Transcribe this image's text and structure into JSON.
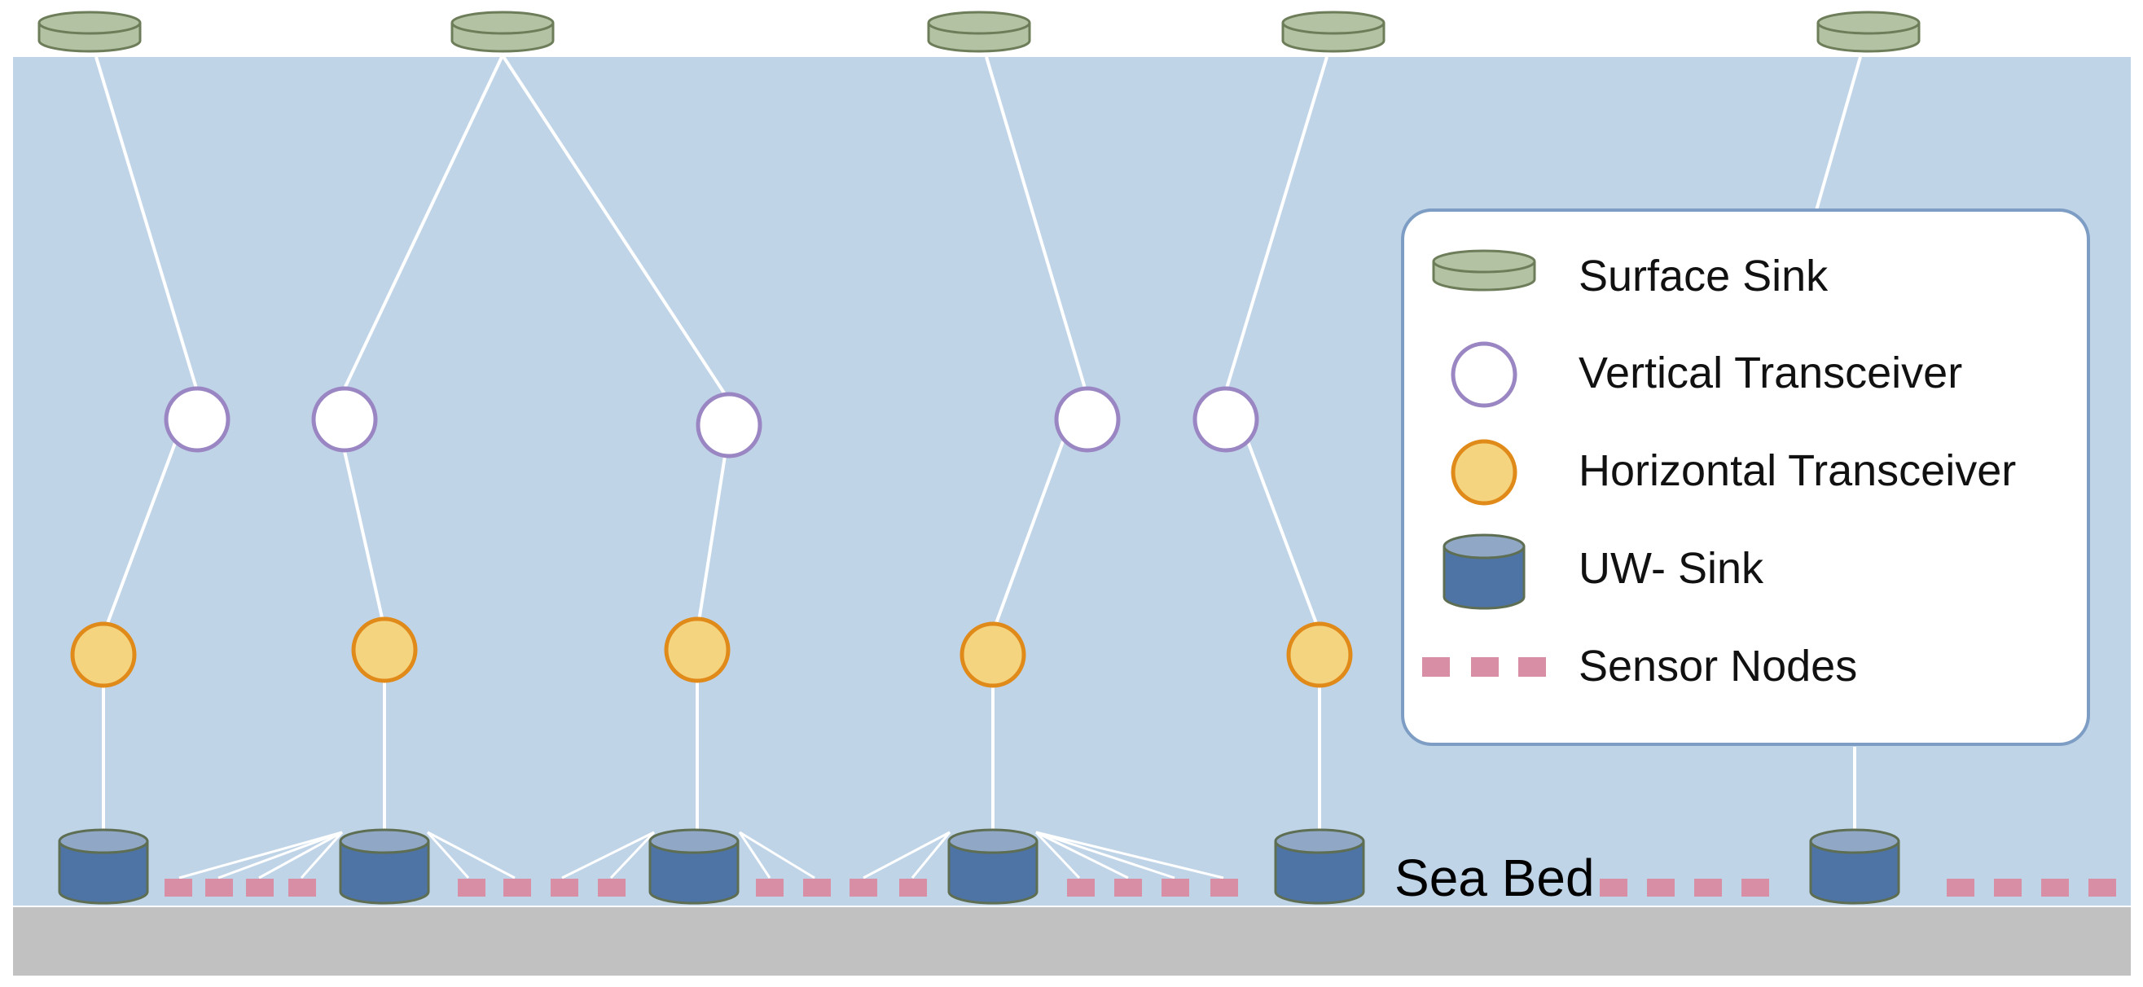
{
  "diagram": {
    "seabed_label": "Sea Bed",
    "colors": {
      "water": "#c0d4e8",
      "seabed": "#c1c1c1",
      "link": "#ffffff",
      "surface_sink_fill": "#b2c2a2",
      "surface_sink_stroke": "#6d7d59",
      "vertical_fill": "#ffffff",
      "vertical_stroke": "#9a86c2",
      "horizontal_fill": "#f5d480",
      "horizontal_stroke": "#e08a1a",
      "uw_sink_fill": "#4e73a5",
      "uw_sink_top": "#90a7c5",
      "uw_sink_stroke": "#5e6e52",
      "sensor_node": "#d88fa5"
    }
  },
  "legend": {
    "items": [
      {
        "icon": "surface-sink-icon",
        "label": "Surface Sink"
      },
      {
        "icon": "vertical-transceiver-icon",
        "label": "Vertical Transceiver"
      },
      {
        "icon": "horizontal-transceiver-icon",
        "label": "Horizontal Transceiver"
      },
      {
        "icon": "uw-sink-icon",
        "label": "UW- Sink"
      },
      {
        "icon": "sensor-nodes-icon",
        "label": "Sensor Nodes"
      }
    ]
  }
}
